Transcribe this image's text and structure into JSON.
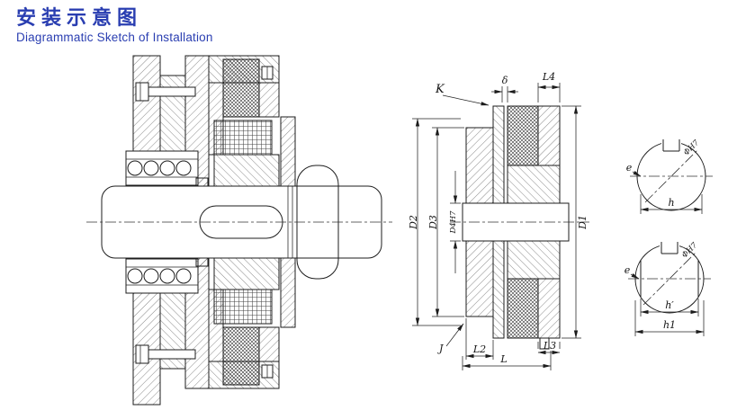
{
  "page": {
    "background": "#ffffff"
  },
  "header": {
    "title": "安装示意图",
    "subtitle": "Diagrammatic Sketch of Installation",
    "accent_color": "#2a3eb1"
  },
  "drawing": {
    "line_color": "#1c1c1c",
    "dim_labels": {
      "k": "K",
      "delta": "δ",
      "l4": "L4",
      "d2": "D2",
      "d3": "D3",
      "d4h7": "D4H7",
      "d1": "D1",
      "j": "J",
      "l2": "L2",
      "l": "L",
      "l3": "L3"
    },
    "top_section": {
      "diameter": "ΦH7",
      "offset": "e",
      "width": "h"
    },
    "bottom_section": {
      "diameter": "ΦH7",
      "offset": "e",
      "width_inner": "h′",
      "width_outer": "h1"
    }
  }
}
